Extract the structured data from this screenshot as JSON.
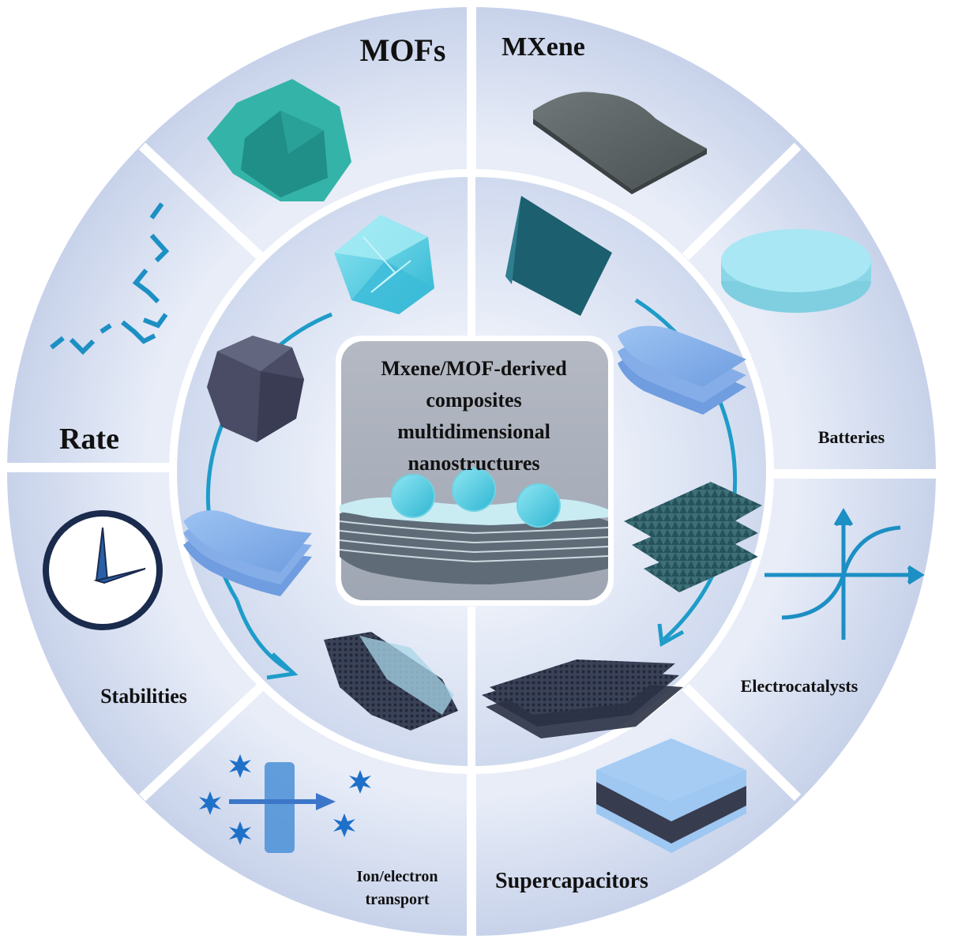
{
  "center": {
    "title_lines": [
      "Mxene/MOF-derived",
      "composites",
      "multidimensional",
      "nanostructures"
    ]
  },
  "outer_segments": {
    "mofs": "MOFs",
    "mxene": "MXene",
    "batteries": "Batteries",
    "electrocatalysts": "Electrocatalysts",
    "supercapacitors": "Supercapacitors",
    "ion_transport_line1": "Ion/electron",
    "ion_transport_line2": "transport",
    "stabilities": "Stabilities",
    "rate": "Rate"
  },
  "colors": {
    "ring_fill": "#d3dcee",
    "inner_fill": "#dde4f3",
    "separator": "#ffffff",
    "arrow": "#1e9cc9",
    "center_box": "#a9b0bd",
    "mof_teal": "#1f8f88",
    "mxene_gray": "#5a6263",
    "battery": "#9fe3f0",
    "axis_blue": "#1c8fc4",
    "clock": "#1b2b4d"
  }
}
